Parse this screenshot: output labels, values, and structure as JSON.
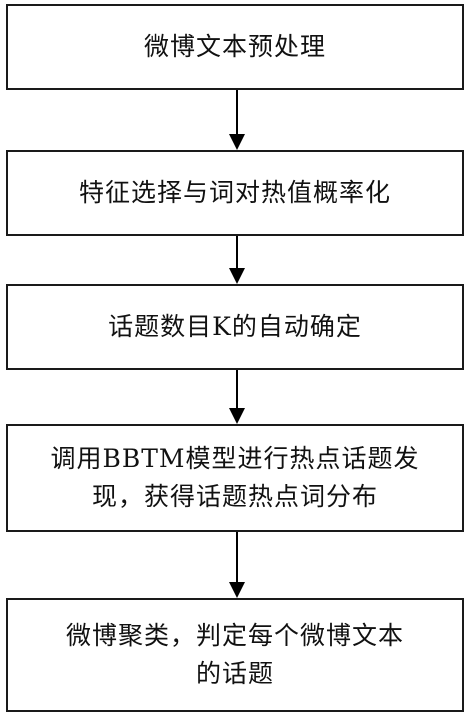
{
  "steps": [
    {
      "lines": [
        "微博文本预处理"
      ]
    },
    {
      "lines": [
        "特征选择与词对热值概率化"
      ]
    },
    {
      "lines": [
        "话题数目K的自动确定"
      ]
    },
    {
      "lines": [
        "调用BBTM模型进行热点话题发",
        "现，获得话题热点词分布"
      ]
    },
    {
      "lines": [
        "微博聚类，判定每个微博文本",
        "的话题"
      ]
    }
  ],
  "colors": {
    "border": "#1a1a1a",
    "text": "#111111",
    "arrow": "#000000",
    "background": "#ffffff"
  }
}
